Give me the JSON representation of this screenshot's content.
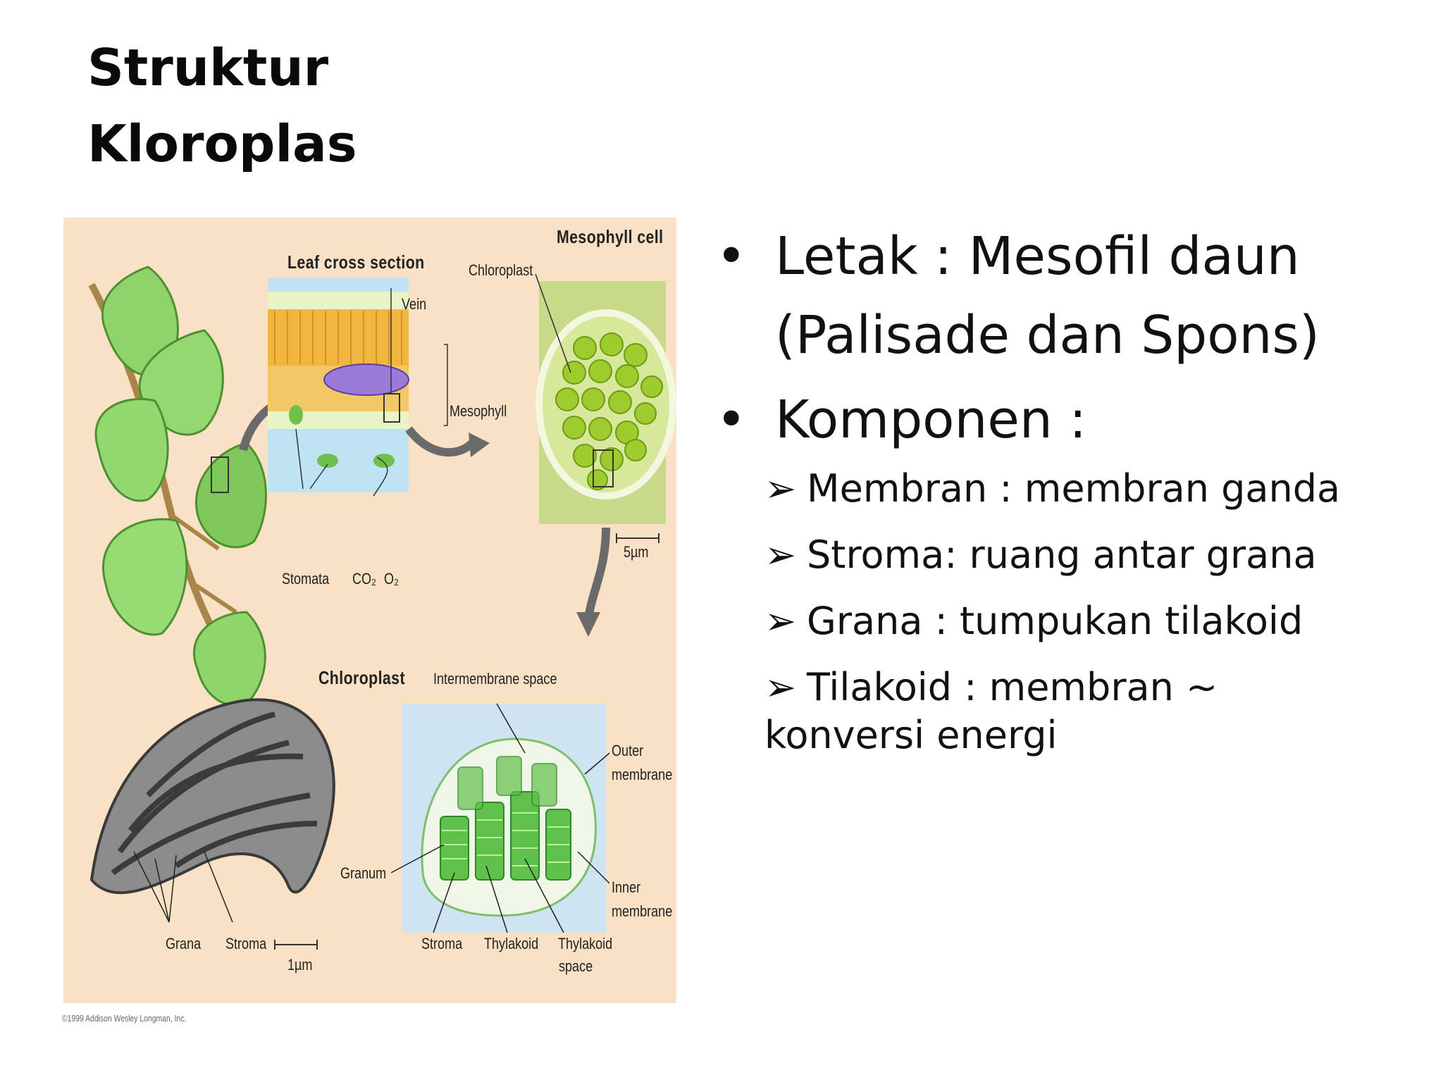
{
  "slide": {
    "title_line1": "Struktur",
    "title_line2": "Kloroplas"
  },
  "figure": {
    "labels": {
      "leaf_cross_section": "Leaf cross section",
      "mesophyll_cell": "Mesophyll cell",
      "chloroplast_top": "Chloroplast",
      "vein": "Vein",
      "mesophyll": "Mesophyll",
      "stomata": "Stomata",
      "co2": "CO₂",
      "o2": "O₂",
      "scale_5um": "5µm",
      "chloroplast_head": "Chloroplast",
      "intermembrane_space": "Intermembrane space",
      "outer_membrane_1": "Outer",
      "outer_membrane_2": "membrane",
      "inner_membrane_1": "Inner",
      "inner_membrane_2": "membrane",
      "granum": "Granum",
      "grana": "Grana",
      "stroma_left": "Stroma",
      "scale_1um": "1µm",
      "stroma_right": "Stroma",
      "thylakoid": "Thylakoid",
      "thylakoid_space_1": "Thylakoid",
      "thylakoid_space_2": "space"
    },
    "credit": "©1999 Addison Wesley Longman, Inc."
  },
  "bullets": [
    {
      "symbol": "•",
      "text": "Letak : Mesofil daun (Palisade dan Spons)"
    },
    {
      "symbol": "•",
      "text": "Komponen :"
    }
  ],
  "sub_bullets": [
    {
      "symbol": "➢",
      "text": "Membran : membran ganda"
    },
    {
      "symbol": "➢",
      "text": "Stroma: ruang antar grana"
    },
    {
      "symbol": "➢",
      "text": "Grana : tumpukan tilakoid"
    },
    {
      "symbol": "➢",
      "text": "Tilakoid : membran ~",
      "continuation": "konversi energi"
    }
  ]
}
